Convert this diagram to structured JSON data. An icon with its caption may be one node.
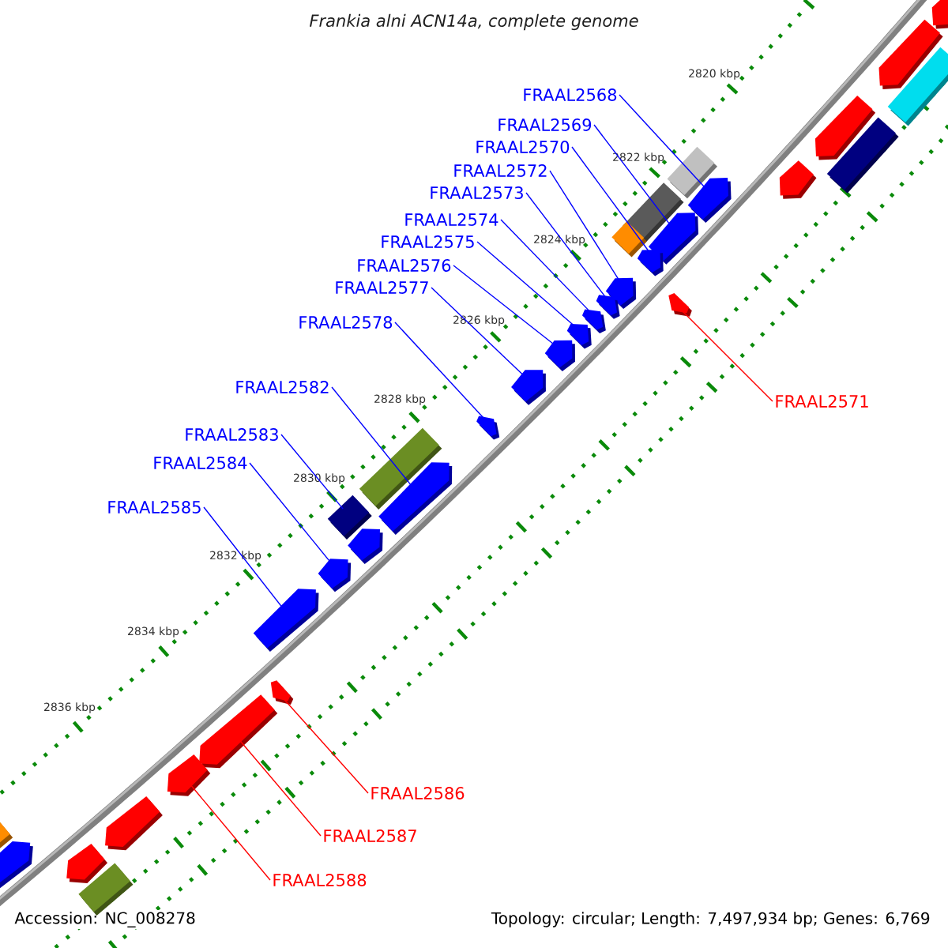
{
  "diagram": {
    "title": "Frankia alni ACN14a, complete genome",
    "nodes": [
      {
        "text": [
          "FRAAL2568"
        ]
      },
      {
        "text": [
          "FRAAL2569"
        ]
      },
      {
        "text": [
          "FRAAL2570"
        ]
      },
      {
        "text": [
          "FRAAL2572"
        ]
      },
      {
        "text": [
          "FRAAL2573"
        ]
      },
      {
        "text": [
          "FRAAL2574"
        ]
      },
      {
        "text": [
          "FRAAL2575"
        ]
      },
      {
        "text": [
          "FRAAL2576"
        ]
      },
      {
        "text": [
          "FRAAL2577"
        ]
      },
      {
        "text": [
          "FRAAL2578"
        ]
      },
      {
        "text": [
          "FRAAL2582"
        ]
      },
      {
        "text": [
          "FRAAL2583"
        ]
      },
      {
        "text": [
          "FRAAL2584"
        ]
      },
      {
        "text": [
          "FRAAL2585"
        ]
      },
      {
        "text": [
          "FRAAL2571"
        ]
      },
      {
        "text": [
          "FRAAL2586"
        ]
      },
      {
        "text": [
          "FRAAL2587"
        ]
      },
      {
        "text": [
          "FRAAL2588"
        ]
      },
      {
        "text": [],
        "shape": "bar"
      },
      {
        "text": [],
        "shape": "bar"
      },
      {
        "text": [],
        "shape": "bar"
      },
      {
        "text": [],
        "shape": "bar"
      },
      {
        "text": [],
        "shape": "bar"
      },
      {
        "text": [],
        "shape": "bar"
      },
      {
        "text": [],
        "shape": "bar"
      },
      {
        "text": [],
        "shape": "bar"
      },
      {
        "text": [],
        "shape": "bar"
      },
      {
        "text": [],
        "shape": "bar"
      },
      {
        "text": [],
        "shape": "bar"
      },
      {
        "text": [],
        "shape": "bar"
      },
      {
        "text": [],
        "shape": "bar"
      },
      {
        "text": [],
        "shape": "bar"
      },
      {
        "text": [],
        "shape": "bar"
      },
      {
        "text": [],
        "shape": "bar"
      },
      {
        "text": [],
        "shape": "bar"
      },
      {
        "text": [],
        "shape": "bar"
      },
      {
        "text": [],
        "shape": "bar"
      },
      {
        "text": [],
        "shape": "bar"
      },
      {
        "text": [],
        "shape": "bar"
      },
      {
        "text": [],
        "shape": "bar"
      },
      {
        "text": [],
        "shape": "bar"
      },
      {
        "text": [],
        "shape": "bar"
      },
      {
        "text": [],
        "shape": "bar"
      },
      {
        "text": [],
        "shape": "bar"
      },
      {
        "text": [],
        "shape": "bar"
      },
      {
        "text": [],
        "shape": "bar"
      },
      {
        "text": [],
        "shape": "bar"
      },
      {
        "text": [],
        "shape": "bar"
      },
      {
        "text": [],
        "shape": "bar"
      },
      {
        "text": [],
        "shape": "bar"
      },
      {
        "text": [],
        "shape": "bar"
      },
      {
        "text": [],
        "shape": "bar"
      }
    ],
    "edges": [
      {
        "from": 0,
        "to": 25,
        "arrow": "none"
      },
      {
        "from": 1,
        "to": 28,
        "arrow": "none"
      },
      {
        "from": 2,
        "to": 29,
        "arrow": "none"
      },
      {
        "from": 3,
        "to": 30,
        "arrow": "none"
      },
      {
        "from": 4,
        "to": 32,
        "arrow": "none"
      },
      {
        "from": 5,
        "to": 33,
        "arrow": "none"
      },
      {
        "from": 6,
        "to": 34,
        "arrow": "none"
      },
      {
        "from": 7,
        "to": 35,
        "arrow": "none"
      },
      {
        "from": 8,
        "to": 36,
        "arrow": "none"
      },
      {
        "from": 9,
        "to": 37,
        "arrow": "none"
      },
      {
        "from": 10,
        "to": 39,
        "arrow": "none"
      },
      {
        "from": 11,
        "to": 40,
        "arrow": "none"
      },
      {
        "from": 12,
        "to": 42,
        "arrow": "none"
      },
      {
        "from": 13,
        "to": 43,
        "arrow": "none"
      },
      {
        "from": 14,
        "to": 31,
        "arrow": "none",
        "color": "#ff0000"
      },
      {
        "from": 15,
        "to": 44,
        "arrow": "none",
        "color": "#ff0000"
      },
      {
        "from": 16,
        "to": 45,
        "arrow": "none",
        "color": "#ff0000"
      },
      {
        "from": 17,
        "to": 46,
        "arrow": "none",
        "color": "#ff0000"
      }
    ],
    "labels": [
      "2820 kbp",
      "2822 kbp",
      "2824 kbp",
      "2826 kbp",
      "2828 kbp",
      "2830 kbp",
      "2832 kbp",
      "2834 kbp",
      "2836 kbp",
      "Accession: NC_008278",
      "Topology: circular; Length: 7,497,934 bp; Genes: 6,769"
    ]
  }
}
